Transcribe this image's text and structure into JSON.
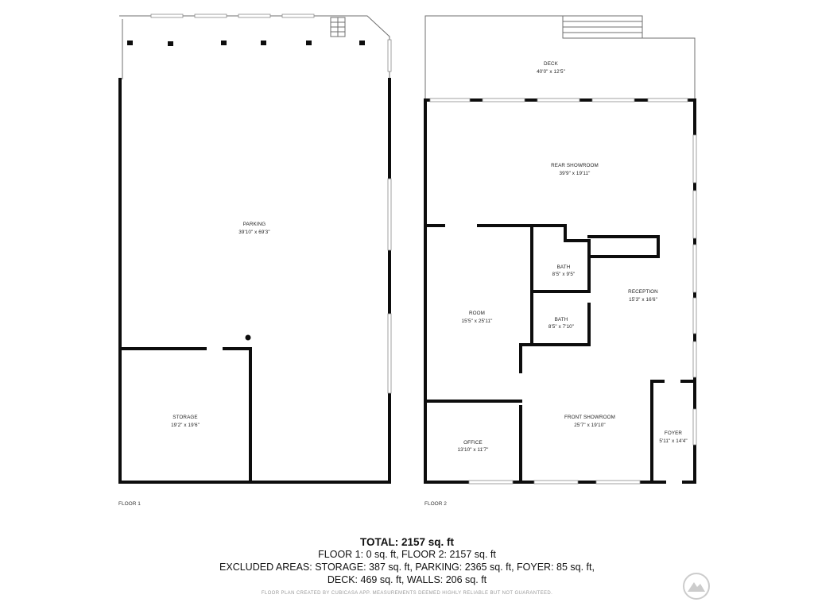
{
  "floor1": {
    "label": "FLOOR 1",
    "rooms": [
      {
        "name": "PARKING",
        "dims": "39'10\" x 69'3\""
      },
      {
        "name": "STORAGE",
        "dims": "19'2\" x 19'6\""
      }
    ]
  },
  "floor2": {
    "label": "FLOOR 2",
    "rooms": [
      {
        "name": "DECK",
        "dims": "40'0\" x 12'5\""
      },
      {
        "name": "REAR SHOWROOM",
        "dims": "39'9\" x 19'11\""
      },
      {
        "name": "BATH",
        "dims": "8'5\" x 9'5\""
      },
      {
        "name": "RECEPTION",
        "dims": "15'3\" x 16'6\""
      },
      {
        "name": "ROOM",
        "dims": "15'5\" x 25'11\""
      },
      {
        "name": "BATH",
        "dims": "8'5\" x 7'10\""
      },
      {
        "name": "FRONT SHOWROOM",
        "dims": "25'7\" x 19'10\""
      },
      {
        "name": "FOYER",
        "dims": "5'11\" x 14'4\""
      },
      {
        "name": "OFFICE",
        "dims": "13'10\" x 11'7\""
      }
    ]
  },
  "summary": {
    "total": "TOTAL: 2157 sq. ft",
    "line1": "FLOOR 1: 0 sq. ft, FLOOR 2: 2157 sq. ft",
    "line2": "EXCLUDED AREAS: STORAGE: 387 sq. ft, PARKING: 2365 sq. ft, FOYER: 85 sq. ft,",
    "line3": "DECK: 469 sq. ft, WALLS: 206 sq. ft",
    "disclaimer": "FLOOR PLAN CREATED BY CUBICASA APP. MEASUREMENTS DEEMED HIGHLY RELIABLE BUT NOT GUARANTEED."
  },
  "watermark": {
    "icon": "mountain-logo-icon",
    "color": "#cccccc"
  }
}
